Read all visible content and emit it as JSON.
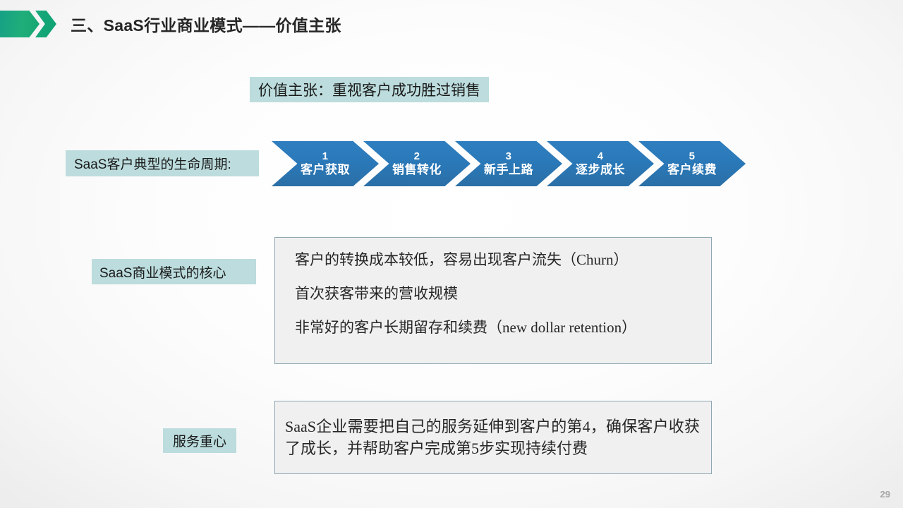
{
  "header": {
    "title": "三、SaaS行业商业模式——价值主张",
    "accent_color": "#17a673"
  },
  "labels": {
    "value_proposition": "价值主张：重视客户成功胜过销售",
    "lifecycle": "SaaS客户典型的生命周期:",
    "core_model": "SaaS商业模式的核心",
    "service_focus": "服务重心",
    "background_color": "#bcdcdd"
  },
  "process": {
    "accent_color": "#2a78b8",
    "steps": [
      {
        "num": "1",
        "caption": "客户获取"
      },
      {
        "num": "2",
        "caption": "销售转化"
      },
      {
        "num": "3",
        "caption": "新手上路"
      },
      {
        "num": "4",
        "caption": "逐步成长"
      },
      {
        "num": "5",
        "caption": "客户续费"
      }
    ]
  },
  "core_box": {
    "border_color": "#8fa7b2",
    "fill_color": "#f0f0f0",
    "lines": [
      "客户的转换成本较低，容易出现客户流失（Churn）",
      "首次获客带来的营收规模",
      "非常好的客户长期留存和续费（new dollar retention）"
    ]
  },
  "service_box": {
    "border_color": "#8fa7b2",
    "fill_color": "#f0f0f0",
    "text": "SaaS企业需要把自己的服务延伸到客户的第4，确保客户收获了成长，并帮助客户完成第5步实现持续付费"
  },
  "footer": {
    "page_number": "29"
  }
}
